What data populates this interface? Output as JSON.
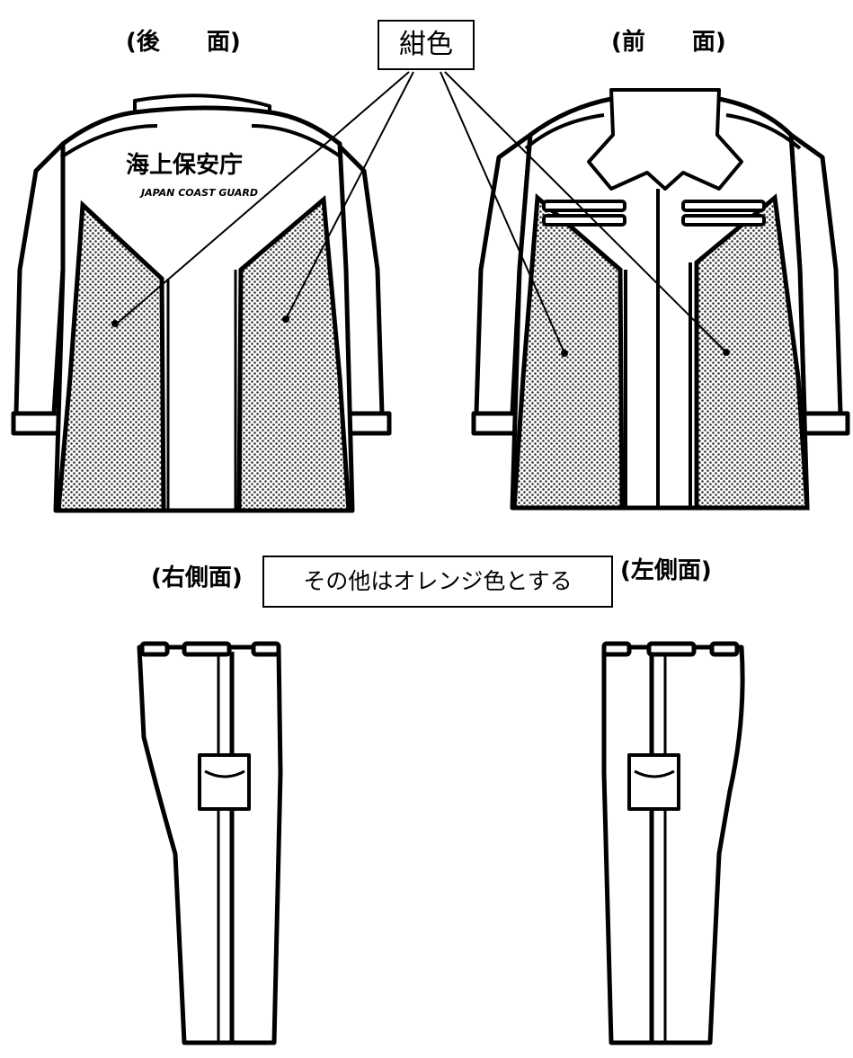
{
  "labels": {
    "back": "(後　　面)",
    "front": "(前　　面)",
    "navy_callout": "紺色",
    "right_side": "(右側面)",
    "left_side": "(左側面)",
    "other_note": "その他はオレンジ色とする"
  },
  "back_print": {
    "jp": "海上保安庁",
    "en": "JAPAN COAST GUARD"
  },
  "colors": {
    "navy_panel": "hatched navy (dotted)",
    "rest": "orange"
  }
}
